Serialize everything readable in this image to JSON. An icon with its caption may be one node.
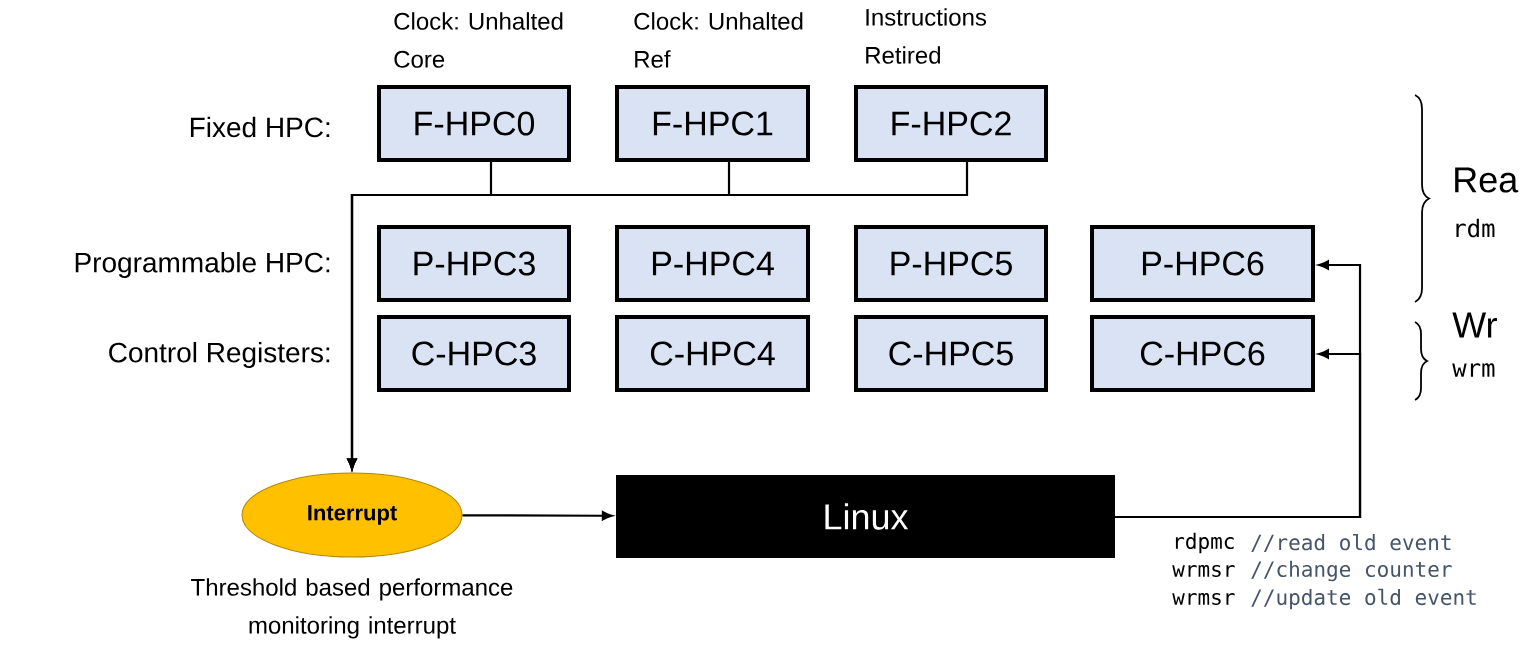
{
  "diagram": {
    "nodes": [
      {
        "text": [
          "F-HPC0"
        ],
        "beside": [
          "Clock: Unhalted Core"
        ]
      },
      {
        "text": [
          "F-HPC1"
        ],
        "beside": [
          "Clock: Unhalted Ref"
        ]
      },
      {
        "text": [
          "F-HPC2"
        ],
        "beside": [
          "Instructions Retired"
        ]
      },
      {
        "text": [
          "P-HPC3"
        ]
      },
      {
        "text": [
          "P-HPC4"
        ]
      },
      {
        "text": [
          "P-HPC5"
        ]
      },
      {
        "text": [
          "P-HPC6"
        ]
      },
      {
        "text": [
          "C-HPC3"
        ]
      },
      {
        "text": [
          "C-HPC4"
        ]
      },
      {
        "text": [
          "C-HPC5"
        ]
      },
      {
        "text": [
          "C-HPC6"
        ]
      },
      {
        "text": [
          "Interrupt"
        ],
        "beside": [
          "Threshold based performance monitoring interrupt"
        ]
      },
      {
        "text": [
          "Linux"
        ]
      }
    ],
    "edges": [
      {
        "from": 0,
        "to": 11,
        "arrow": "to"
      },
      {
        "from": 1,
        "to": 11,
        "arrow": "to"
      },
      {
        "from": 2,
        "to": 11,
        "arrow": "to"
      },
      {
        "from": 11,
        "to": 12,
        "arrow": "to"
      },
      {
        "from": 12,
        "to": 6,
        "arrow": "to"
      },
      {
        "from": 12,
        "to": 10,
        "arrow": "to"
      }
    ],
    "labels": [
      "Fixed HPC:",
      "Programmable HPC:",
      "Control Registers:",
      "Rea",
      "rdm",
      "Wr",
      "wrm",
      "rdpmc",
      "//read old event",
      "wrmsr",
      "//change counter",
      "wrmsr",
      "//update old event"
    ]
  }
}
